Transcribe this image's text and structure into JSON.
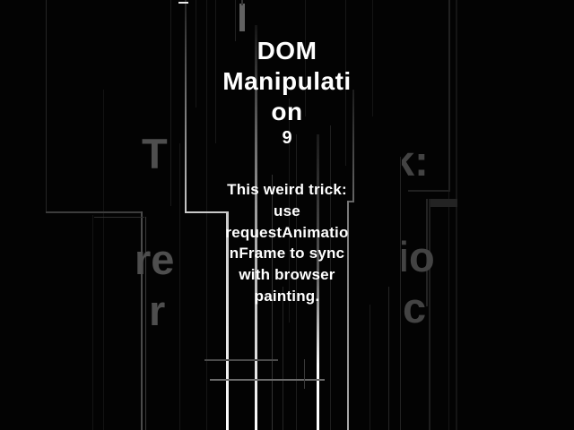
{
  "slide": {
    "title": "DOM\nManipulati\non",
    "counter": "9",
    "body": "This weird trick:\nuse\nrequestAnimatio\nnFrame to sync\nwith browser\npainting."
  },
  "background_fragments": {
    "left_top": "T",
    "right_top": "k:",
    "left_middle": "re",
    "right_middle": "io",
    "left_bottom": "r",
    "right_bottom": "c"
  },
  "colors": {
    "background": "#030303",
    "foreground_text": "#ffffff",
    "echo_text": "#4e4e4e",
    "bright_line": "#ffffff",
    "dim_line": "#1a1a1a"
  }
}
